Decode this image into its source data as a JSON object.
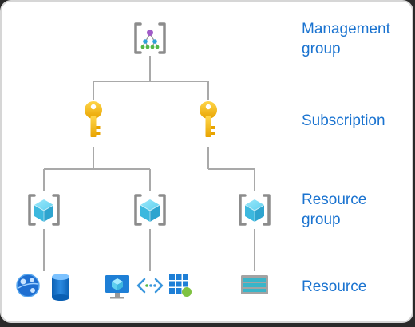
{
  "levels": {
    "management_group": "Management\ngroup",
    "subscription": "Subscription",
    "resource_group": "Resource\ngroup",
    "resource": "Resource"
  },
  "icons": {
    "management_group": "management-group-icon",
    "subscription": "key-icon",
    "resource_group": "resource-group-icon",
    "resources": [
      "globe-icon",
      "database-icon",
      "virtual-machine-icon",
      "code-arrows-icon",
      "grid-app-icon",
      "storage-icon"
    ]
  },
  "colors": {
    "label_text": "#1a73d0",
    "connector": "#a9a9a9",
    "key": "#f2b300",
    "cube": "#3fc0e4",
    "bracket": "#8c8c8c"
  }
}
